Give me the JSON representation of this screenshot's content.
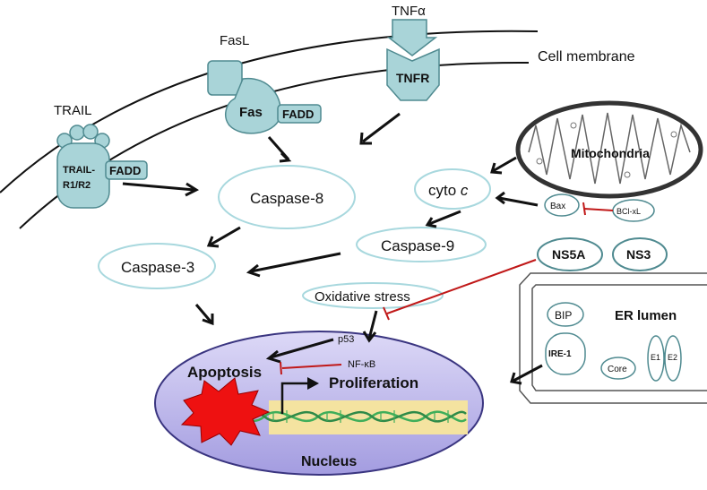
{
  "labels": {
    "tnfa": "TNFα",
    "fasl": "FasL",
    "trail": "TRAIL",
    "cell_membrane": "Cell membrane",
    "tnfr": "TNFR",
    "fas": "Fas",
    "fadd_fas": "FADD",
    "trail_r1": "TRAIL-",
    "trail_r2": "R1/R2",
    "fadd_trail": "FADD",
    "mitochondria": "Mitochondria",
    "cyto": "cyto ",
    "cyto_c": "c",
    "caspase8": "Caspase-8",
    "caspase9": "Caspase-9",
    "caspase3": "Caspase-3",
    "bax": "Bax",
    "bclxl": "BCl-xL",
    "ns5a": "NS5A",
    "ns3": "NS3",
    "oxidative_stress": "Oxidative stress",
    "bip": "BIP",
    "er_lumen": "ER lumen",
    "ire1": "IRE-1",
    "e1": "E1",
    "e2": "E2",
    "core": "Core",
    "p53": "p53",
    "nfkb": "NF-κB",
    "apoptosis": "Apoptosis",
    "proliferation": "Proliferation",
    "nucleus": "Nucleus"
  },
  "colors": {
    "receptor_fill": "#a9d4d8",
    "receptor_stroke": "#4f8a90",
    "ellipse_stroke": "#a8d8de",
    "nucleus_fill": "#b9b4ea",
    "nucleus_stroke": "#3a3580",
    "dna_band": "#f4e3a0",
    "dna_strand": "#3fae5a",
    "burst": "#ee1111",
    "inhibit": "#c01818",
    "arrow": "#111111"
  }
}
